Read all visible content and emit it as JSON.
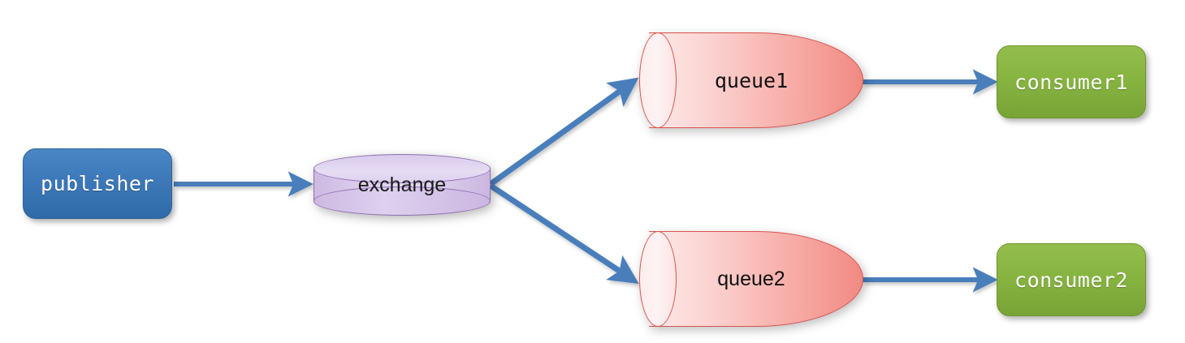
{
  "diagram": {
    "title": "publisher exchange queue consumer message flow",
    "background": "#ffffff",
    "colors": {
      "arrow": "#4a7ebb",
      "publisher_fill": "#3d78b8",
      "exchange_fill": "#d9cbec",
      "exchange_stroke": "#8d6fb3",
      "queue_fill_light": "#fdeaea",
      "queue_fill_dark": "#f08a82",
      "queue_stroke": "#d9534f",
      "consumer_fill": "#86b340",
      "consumer_stroke": "#6f9630"
    },
    "nodes": {
      "publisher": {
        "label": "publisher",
        "shape": "rounded-rectangle"
      },
      "exchange": {
        "label": "exchange",
        "shape": "cylinder-vertical"
      },
      "queue1": {
        "label": "queue1",
        "shape": "cylinder-horizontal"
      },
      "queue2": {
        "label": "queue2",
        "shape": "cylinder-horizontal"
      },
      "consumer1": {
        "label": "consumer1",
        "shape": "rounded-rectangle"
      },
      "consumer2": {
        "label": "consumer2",
        "shape": "rounded-rectangle"
      }
    },
    "edges": [
      {
        "name": "publisher-to-exchange",
        "from": "publisher",
        "to": "exchange",
        "style": "straight-horizontal"
      },
      {
        "name": "exchange-to-queue1",
        "from": "exchange",
        "to": "queue1",
        "style": "diagonal-up"
      },
      {
        "name": "exchange-to-queue2",
        "from": "exchange",
        "to": "queue2",
        "style": "diagonal-down"
      },
      {
        "name": "queue1-to-consumer1",
        "from": "queue1",
        "to": "consumer1",
        "style": "straight-horizontal"
      },
      {
        "name": "queue2-to-consumer2",
        "from": "queue2",
        "to": "consumer2",
        "style": "straight-horizontal"
      }
    ]
  }
}
